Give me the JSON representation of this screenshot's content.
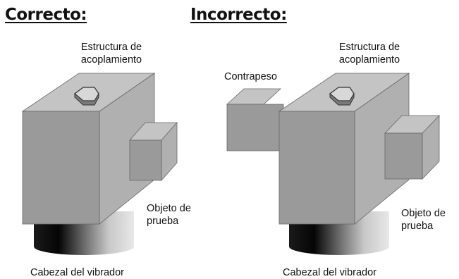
{
  "correct": {
    "title": "Correcto:",
    "structure_label_line1": "Estructura de",
    "structure_label_line2": "acoplamiento",
    "test_object_line1": "Objeto de",
    "test_object_line2": "prueba",
    "shaker_head": "Cabezal del vibrador"
  },
  "incorrect": {
    "title": "Incorrecto:",
    "counterweight": "Contrapeso",
    "structure_label_line1": "Estructura de",
    "structure_label_line2": "acoplamiento",
    "test_object_line1": "Objeto de",
    "test_object_line2": "prueba",
    "shaker_head": "Cabezal del vibrador"
  },
  "colors": {
    "cube_top": "#c4c4c4",
    "cube_front": "#9a9a9a",
    "cube_side": "#b0b0b0"
  }
}
